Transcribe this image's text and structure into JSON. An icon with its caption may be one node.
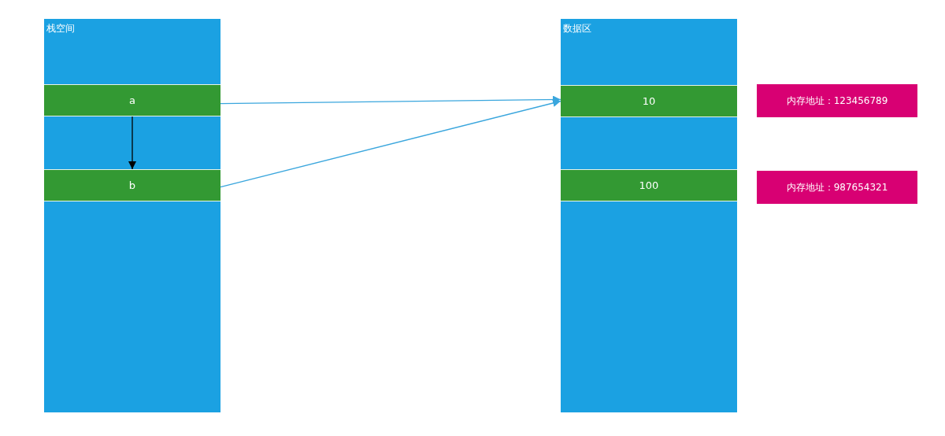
{
  "diagram": {
    "nodes": [
      {
        "text": [
          "栈空间"
        ]
      },
      {
        "text": [
          "a"
        ],
        "in": 0
      },
      {
        "text": [
          "b"
        ],
        "in": 0
      },
      {
        "text": [
          "数据区"
        ]
      },
      {
        "text": [
          "10"
        ],
        "in": 3
      },
      {
        "text": [
          "100"
        ],
        "in": 3
      },
      {
        "text": [
          "内存地址：123456789"
        ]
      },
      {
        "text": [
          "内存地址：987654321"
        ]
      }
    ],
    "edges": [
      {
        "from": 1,
        "to": 2,
        "arrow": "to",
        "color": "#000000"
      },
      {
        "from": 1,
        "to": 4,
        "arrow": "to"
      },
      {
        "from": 2,
        "to": 4,
        "arrow": "to"
      }
    ]
  }
}
